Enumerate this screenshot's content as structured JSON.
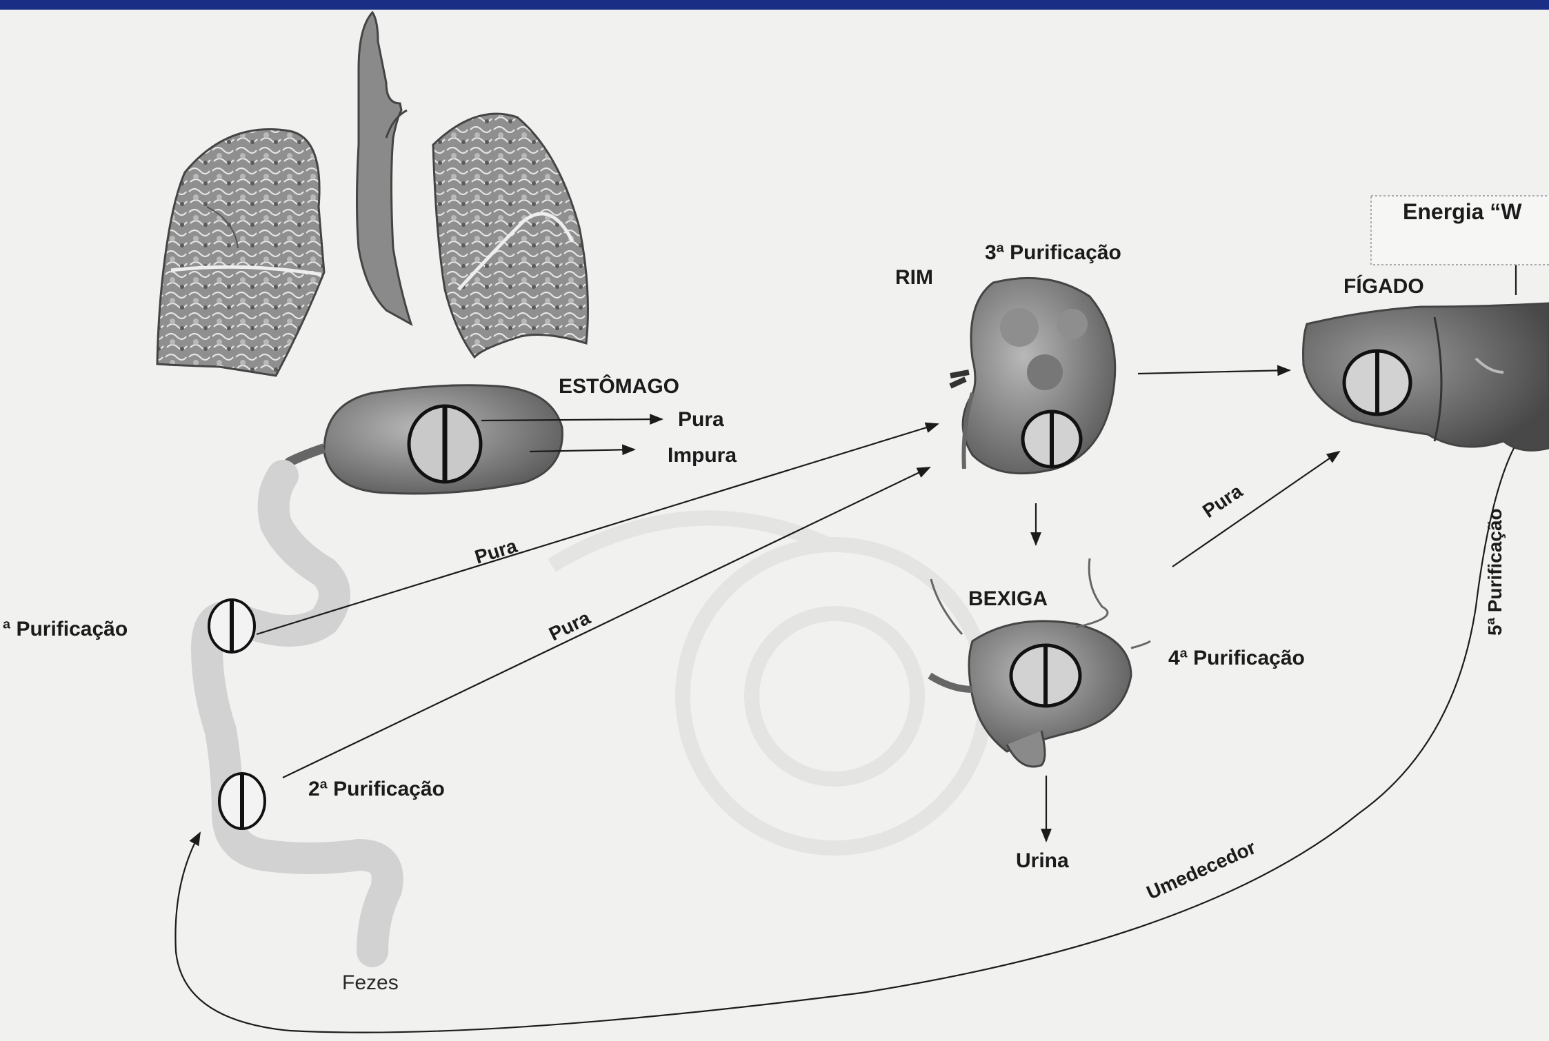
{
  "colors": {
    "frame": "#1a2e86",
    "paper": "#f1f1ef",
    "ink": "#1b1b1b",
    "organ_dark": "#6f6f6f",
    "organ_mid": "#9b9b9b",
    "intestine": "#d2d2d2"
  },
  "labels": {
    "estomago": "ESTÔMAGO",
    "estomago_pura": "Pura",
    "estomago_impura": "Impura",
    "purif1": "ª Purificação",
    "purif2": "2ª Purificação",
    "purif3": "3ª Purificação",
    "purif4": "4ª Purificação",
    "purif5": "5ª Purificação",
    "rim": "RIM",
    "figado": "FÍGADO",
    "bexiga": "BEXIGA",
    "urina": "Urina",
    "fezes": "Fezes",
    "energia": "Energia “W",
    "umedecedor": "Umedecedor",
    "arrow_pura_1": "Pura",
    "arrow_pura_2": "Pura",
    "arrow_pura_3": "Pura"
  },
  "icons": [
    "lung-icon",
    "esophagus-icon",
    "stomach-icon",
    "intestine-icon",
    "kidney-icon",
    "bladder-icon",
    "liver-icon",
    "purification-valve-icon"
  ]
}
